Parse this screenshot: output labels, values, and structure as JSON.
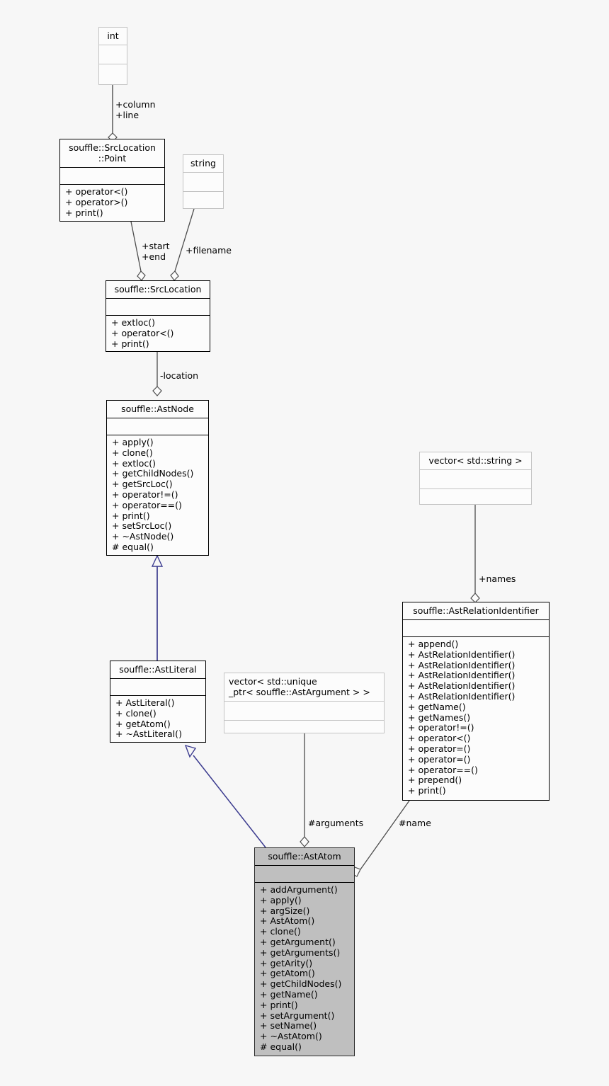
{
  "diagram": {
    "title": "souffle::AstAtom class collaboration diagram",
    "background": "#f7f7f7",
    "inherit_color": "#3b3b8f",
    "assoc_color": "#4d4d4d",
    "focus_fill": "#bfbfbf"
  },
  "classes": [
    {
      "id": "int",
      "name": "int",
      "kind": "extern",
      "attributes": [],
      "operations": []
    },
    {
      "id": "srclocation_point",
      "name": "souffle::SrcLocation\n::Point",
      "kind": "class",
      "attributes": [],
      "operations": [
        "+ operator<()",
        "+ operator>()",
        "+ print()"
      ]
    },
    {
      "id": "string",
      "name": "string",
      "kind": "extern",
      "attributes": [],
      "operations": []
    },
    {
      "id": "srclocation",
      "name": "souffle::SrcLocation",
      "kind": "class",
      "attributes": [],
      "operations": [
        "+ extloc()",
        "+ operator<()",
        "+ print()"
      ]
    },
    {
      "id": "astnode",
      "name": "souffle::AstNode",
      "kind": "class",
      "attributes": [],
      "operations": [
        "+ apply()",
        "+ clone()",
        "+ extloc()",
        "+ getChildNodes()",
        "+ getSrcLoc()",
        "+ operator!=()",
        "+ operator==()",
        "+ print()",
        "+ setSrcLoc()",
        "+ ~AstNode()",
        "# equal()"
      ]
    },
    {
      "id": "vector_string",
      "name": "vector< std::string >",
      "kind": "extern",
      "attributes": [],
      "operations": []
    },
    {
      "id": "astrelationidentifier",
      "name": "souffle::AstRelationIdentifier",
      "kind": "class",
      "attributes": [],
      "operations": [
        "+ append()",
        "+ AstRelationIdentifier()",
        "+ AstRelationIdentifier()",
        "+ AstRelationIdentifier()",
        "+ AstRelationIdentifier()",
        "+ AstRelationIdentifier()",
        "+ getName()",
        "+ getNames()",
        "+ operator!=()",
        "+ operator<()",
        "+ operator=()",
        "+ operator=()",
        "+ operator==()",
        "+ prepend()",
        "+ print()"
      ]
    },
    {
      "id": "astliteral",
      "name": "souffle::AstLiteral",
      "kind": "class",
      "attributes": [],
      "operations": [
        "+ AstLiteral()",
        "+ clone()",
        "+ getAtom()",
        "+ ~AstLiteral()"
      ]
    },
    {
      "id": "vector_unique_ptr",
      "name": "vector< std::unique\n_ptr< souffle::AstArgument > >",
      "kind": "extern",
      "attributes": [],
      "operations": []
    },
    {
      "id": "astatom",
      "name": "souffle::AstAtom",
      "kind": "focus",
      "attributes": [],
      "operations": [
        "+ addArgument()",
        "+ apply()",
        "+ argSize()",
        "+ AstAtom()",
        "+ clone()",
        "+ getArgument()",
        "+ getArguments()",
        "+ getArity()",
        "+ getAtom()",
        "+ getChildNodes()",
        "+ getName()",
        "+ print()",
        "+ setArgument()",
        "+ setName()",
        "+ ~AstAtom()",
        "# equal()"
      ]
    }
  ],
  "edges": [
    {
      "id": "e1",
      "from": "int",
      "to": "srclocation_point",
      "type": "aggregation",
      "label": "+column\n+line"
    },
    {
      "id": "e2",
      "from": "srclocation_point",
      "to": "srclocation",
      "type": "aggregation",
      "label": "+start\n+end"
    },
    {
      "id": "e3",
      "from": "string",
      "to": "srclocation",
      "type": "aggregation",
      "label": "+filename"
    },
    {
      "id": "e4",
      "from": "srclocation",
      "to": "astnode",
      "type": "aggregation",
      "label": "-location"
    },
    {
      "id": "e5",
      "from": "astnode",
      "to": "astliteral",
      "type": "inheritance",
      "label": ""
    },
    {
      "id": "e6",
      "from": "vector_string",
      "to": "astrelationidentifier",
      "type": "aggregation",
      "label": "+names"
    },
    {
      "id": "e7",
      "from": "astliteral",
      "to": "astatom",
      "type": "inheritance",
      "label": ""
    },
    {
      "id": "e8",
      "from": "vector_unique_ptr",
      "to": "astatom",
      "type": "aggregation",
      "label": "#arguments"
    },
    {
      "id": "e9",
      "from": "astrelationidentifier",
      "to": "astatom",
      "type": "aggregation",
      "label": "#name"
    }
  ],
  "edge_labels": [
    {
      "id": "l1",
      "text": "+column\n+line"
    },
    {
      "id": "l2",
      "text": "+start\n+end"
    },
    {
      "id": "l3",
      "text": "+filename"
    },
    {
      "id": "l4",
      "text": "-location"
    },
    {
      "id": "l5",
      "text": "+names"
    },
    {
      "id": "l6",
      "text": "#arguments"
    },
    {
      "id": "l7",
      "text": "#name"
    }
  ]
}
